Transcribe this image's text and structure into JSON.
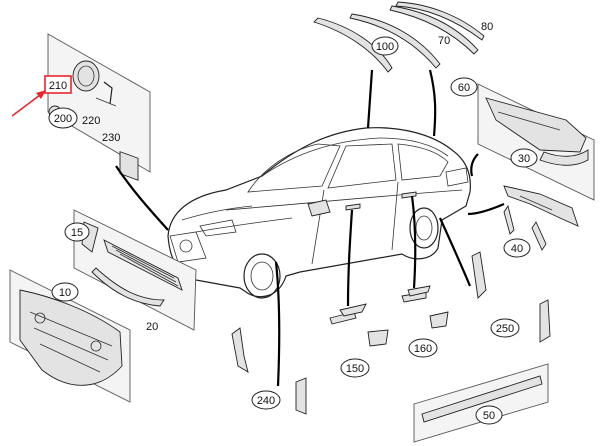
{
  "labels": {
    "p210": "210",
    "p200": "200",
    "p220": "220",
    "p230": "230",
    "p100": "100",
    "p80": "80",
    "p70": "70",
    "p60": "60",
    "p30": "30",
    "p15": "15",
    "p10": "10",
    "p20": "20",
    "p40": "40",
    "p150": "150",
    "p160": "160",
    "p250": "250",
    "p240": "240",
    "p50": "50"
  },
  "colors": {
    "highlight": "#e8262d",
    "line": "#222222",
    "panel": "#f4f4f4"
  }
}
